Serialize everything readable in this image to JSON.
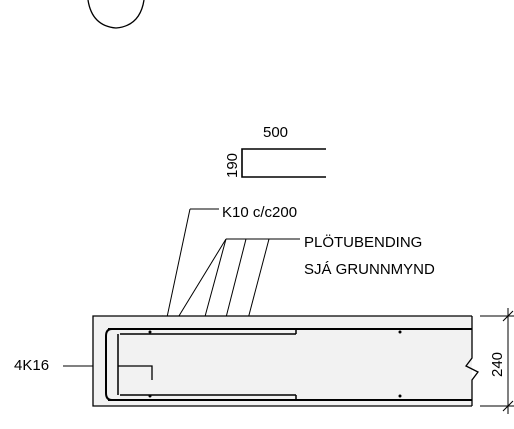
{
  "drawing": {
    "bend_detail": {
      "length_label": "500",
      "height_label": "190"
    },
    "labels": {
      "stirrup": "K10 c/c200",
      "slab_reinforcement_line1": "PLÖTUBENDING",
      "slab_reinforcement_line2": "SJÁ GRUNNMYND",
      "main_bars": "4K16",
      "beam_depth": "240"
    }
  }
}
